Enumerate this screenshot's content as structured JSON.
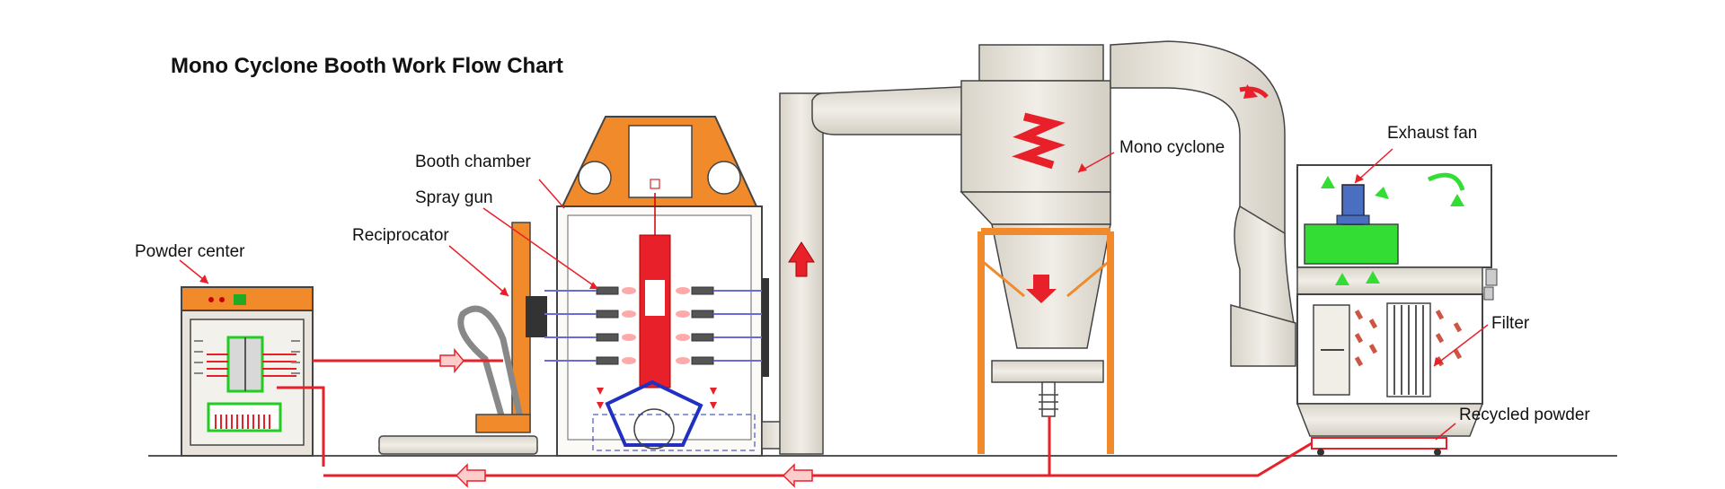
{
  "title": "Mono Cyclone Booth Work Flow Chart",
  "labels": {
    "powder_center": "Powder center",
    "reciprocator": "Reciprocator",
    "spray_gun": "Spray gun",
    "booth_chamber": "Booth chamber",
    "mono_cyclone": "Mono cyclone",
    "exhaust_fan": "Exhaust fan",
    "filter": "Filter",
    "recycled_powder": "Recycled powder"
  },
  "colors": {
    "accent_orange": "#f08a2a",
    "flow_red": "#e8202a",
    "fan_green": "#33dd33",
    "equipment_beige": "#e8e4dc",
    "motor_blue": "#4a6fc0"
  }
}
